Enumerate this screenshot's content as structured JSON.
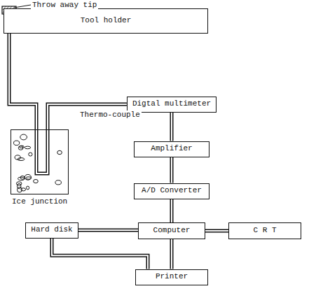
{
  "diagram": {
    "nodes": [
      {
        "text": [
          "Tool holder"
        ]
      },
      {
        "text": [
          "Ice junction"
        ]
      },
      {
        "text": [
          "Digtal multimeter"
        ]
      },
      {
        "text": [
          "Amplifier"
        ]
      },
      {
        "text": [
          "A/D Converter"
        ]
      },
      {
        "text": [
          "Hard disk"
        ]
      },
      {
        "text": [
          "Computer"
        ]
      },
      {
        "text": [
          "C R T"
        ]
      },
      {
        "text": [
          "Printer"
        ]
      }
    ],
    "edges": [
      {
        "from": 0,
        "to": 1,
        "arrow": "none"
      },
      {
        "from": 1,
        "to": 2,
        "arrow": "none"
      },
      {
        "from": 2,
        "to": 3,
        "arrow": "none"
      },
      {
        "from": 3,
        "to": 4,
        "arrow": "none"
      },
      {
        "from": 4,
        "to": 6,
        "arrow": "none"
      },
      {
        "from": 5,
        "to": 6,
        "arrow": "none"
      },
      {
        "from": 6,
        "to": 7,
        "arrow": "none"
      },
      {
        "from": 6,
        "to": 8,
        "arrow": "none"
      },
      {
        "from": 5,
        "to": 8,
        "arrow": "none"
      }
    ],
    "labels": [
      "Throw away tip",
      "Thermo-couple"
    ]
  }
}
